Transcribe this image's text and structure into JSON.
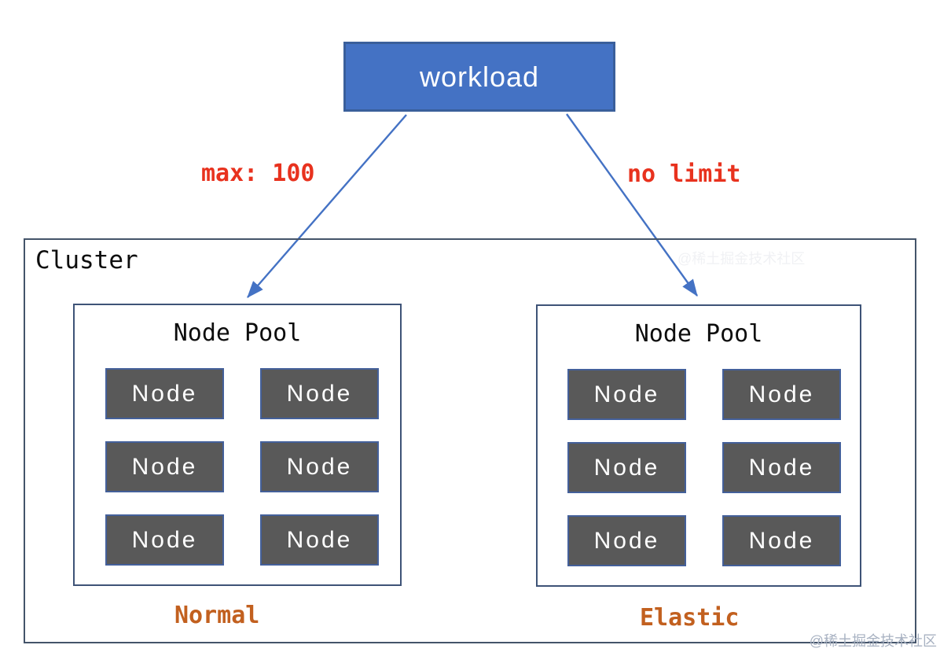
{
  "workload_label": "workload",
  "edge_left_label": "max: 100",
  "edge_right_label": "no limit",
  "cluster": {
    "label": "Cluster",
    "pools": [
      {
        "title": "Node Pool",
        "caption": "Normal",
        "nodes": [
          "Node",
          "Node",
          "Node",
          "Node",
          "Node",
          "Node"
        ]
      },
      {
        "title": "Node Pool",
        "caption": "Elastic",
        "nodes": [
          "Node",
          "Node",
          "Node",
          "Node",
          "Node",
          "Node"
        ]
      }
    ]
  },
  "watermark": "@稀土掘金技术社区",
  "colors": {
    "workload_fill": "#4472C4",
    "workload_border": "#3A5F9B",
    "arrow": "#4472C4",
    "edge_label": "#E8321E",
    "cluster_border": "#44546A",
    "pool_border": "#3E5377",
    "node_fill": "#595959",
    "node_border": "#44609A",
    "caption": "#C2601F",
    "watermark": "#A8B2C2"
  }
}
